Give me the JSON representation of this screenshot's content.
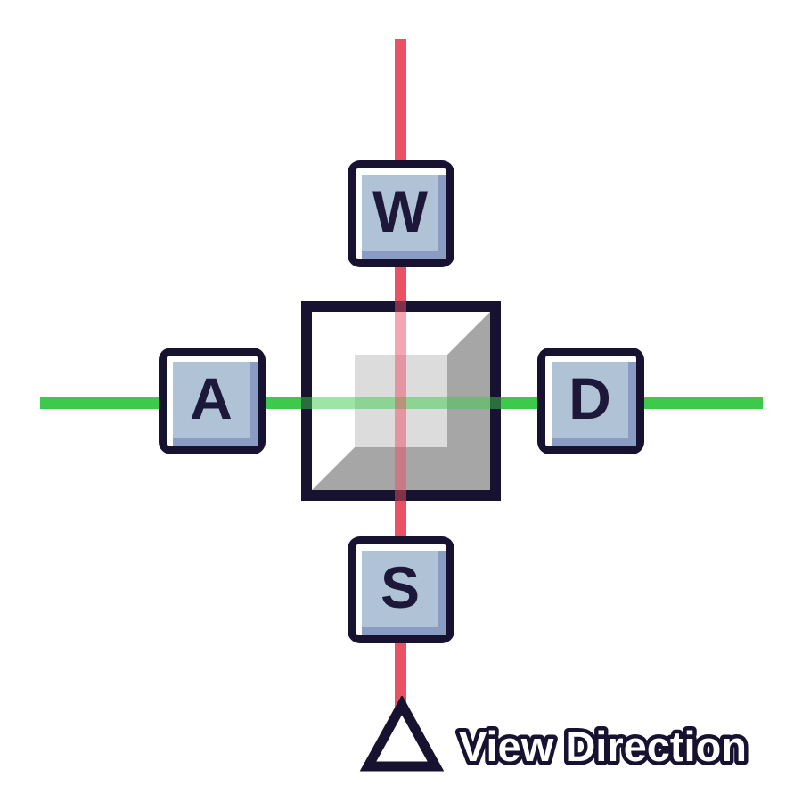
{
  "diagram": {
    "name": "WASD movement keys with view direction",
    "keys": [
      {
        "id": "w",
        "label": "W"
      },
      {
        "id": "a",
        "label": "A"
      },
      {
        "id": "d",
        "label": "D"
      },
      {
        "id": "s",
        "label": "S"
      }
    ],
    "annotation": {
      "view_direction_label": "View Direction"
    },
    "colors": {
      "outline_dark": "#181231",
      "key_face": "#b0c3d6",
      "key_bevel": "#8b9cc4",
      "key_letter": "#1d1839",
      "axis_red": "#ec5064",
      "axis_green": "#3dc94b",
      "cube_wall_gray": "#a6a6a6",
      "cube_back_gray": "#dcdcdc"
    }
  }
}
